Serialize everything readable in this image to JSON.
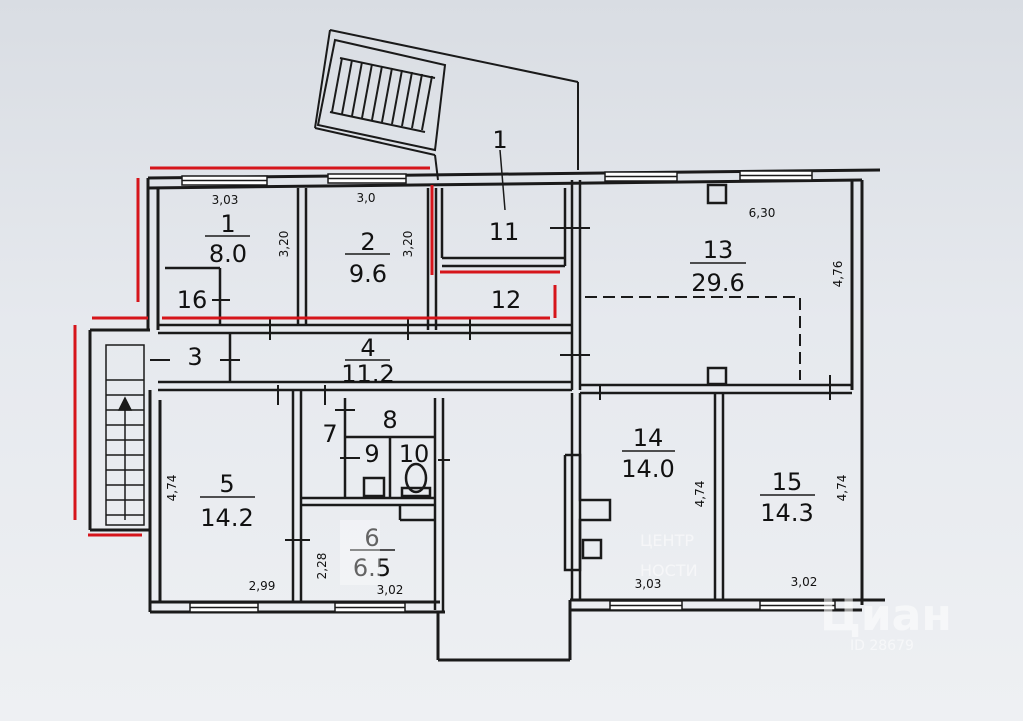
{
  "plan": {
    "corridor_label": "1",
    "rooms": [
      {
        "id": "room-1",
        "number": "1",
        "area": "8.0"
      },
      {
        "id": "room-2",
        "number": "2",
        "area": "9.6"
      },
      {
        "id": "room-3",
        "number": "3",
        "area": ""
      },
      {
        "id": "room-4",
        "number": "4",
        "area": "11.2"
      },
      {
        "id": "room-5",
        "number": "5",
        "area": "14.2"
      },
      {
        "id": "room-6",
        "number": "6",
        "area": "6.5"
      },
      {
        "id": "room-7",
        "number": "7",
        "area": ""
      },
      {
        "id": "room-8",
        "number": "8",
        "area": ""
      },
      {
        "id": "room-9",
        "number": "9",
        "area": ""
      },
      {
        "id": "room-10",
        "number": "10",
        "area": ""
      },
      {
        "id": "room-11",
        "number": "11",
        "area": ""
      },
      {
        "id": "room-12",
        "number": "12",
        "area": ""
      },
      {
        "id": "room-13",
        "number": "13",
        "area": "29.6"
      },
      {
        "id": "room-14",
        "number": "14",
        "area": "14.0"
      },
      {
        "id": "room-15",
        "number": "15",
        "area": "14.3"
      },
      {
        "id": "room-16",
        "number": "16",
        "area": ""
      }
    ],
    "dimensions": {
      "r1_width": "3,03",
      "r1_height": "3,20",
      "r2_width": "3,0",
      "r2_height": "3,20",
      "r13_width": "6,30",
      "r13_height": "4,76",
      "r5_height": "4,74",
      "r5_width": "2,99",
      "r6_height": "2,28",
      "r6_width": "3,02",
      "r14_height": "4,74",
      "r14_width": "3,03",
      "r15_height": "4,74",
      "r15_width": "3,02"
    },
    "watermark": {
      "brand": "Циан",
      "id_text": "ID 28679",
      "center_text_1": "ЦЕНТР",
      "center_text_2": "НОСТИ"
    },
    "colors": {
      "wall": "#1a1a1a",
      "highlight": "#d6151b",
      "background": "#e6e9ee"
    }
  }
}
